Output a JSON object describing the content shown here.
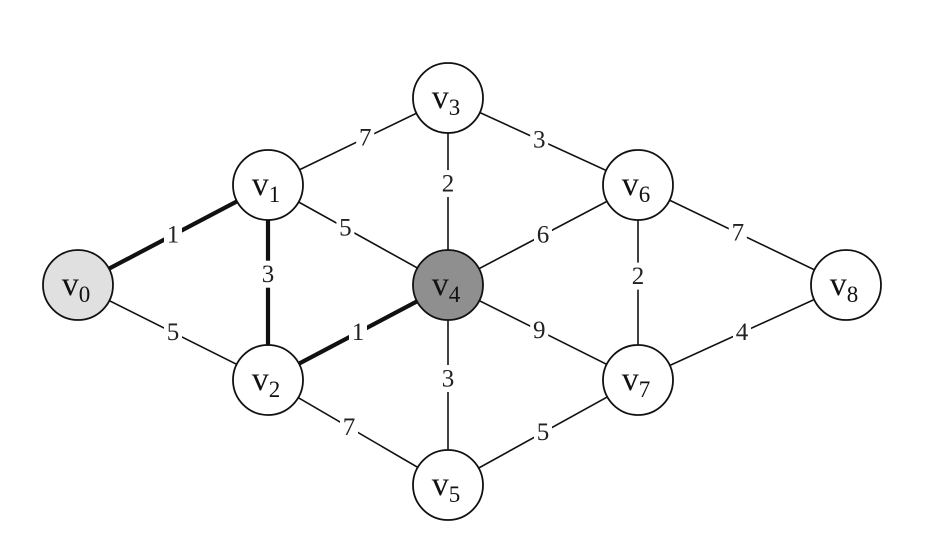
{
  "graph": {
    "nodes": [
      {
        "id": "v0",
        "base": "v",
        "sub": "0",
        "fill": "#e0e0e0"
      },
      {
        "id": "v1",
        "base": "v",
        "sub": "1",
        "fill": "#ffffff"
      },
      {
        "id": "v2",
        "base": "v",
        "sub": "2",
        "fill": "#ffffff"
      },
      {
        "id": "v3",
        "base": "v",
        "sub": "3",
        "fill": "#ffffff"
      },
      {
        "id": "v4",
        "base": "v",
        "sub": "4",
        "fill": "#8f8f8f"
      },
      {
        "id": "v5",
        "base": "v",
        "sub": "5",
        "fill": "#ffffff"
      },
      {
        "id": "v6",
        "base": "v",
        "sub": "6",
        "fill": "#ffffff"
      },
      {
        "id": "v7",
        "base": "v",
        "sub": "7",
        "fill": "#ffffff"
      },
      {
        "id": "v8",
        "base": "v",
        "sub": "8",
        "fill": "#ffffff"
      }
    ],
    "edges": [
      {
        "from": "v0",
        "to": "v1",
        "weight": "1",
        "bold": true
      },
      {
        "from": "v0",
        "to": "v2",
        "weight": "5",
        "bold": false
      },
      {
        "from": "v1",
        "to": "v2",
        "weight": "3",
        "bold": true
      },
      {
        "from": "v1",
        "to": "v3",
        "weight": "7",
        "bold": false
      },
      {
        "from": "v1",
        "to": "v4",
        "weight": "5",
        "bold": false
      },
      {
        "from": "v2",
        "to": "v4",
        "weight": "1",
        "bold": true
      },
      {
        "from": "v2",
        "to": "v5",
        "weight": "7",
        "bold": false
      },
      {
        "from": "v3",
        "to": "v4",
        "weight": "2",
        "bold": false
      },
      {
        "from": "v3",
        "to": "v6",
        "weight": "3",
        "bold": false
      },
      {
        "from": "v4",
        "to": "v5",
        "weight": "3",
        "bold": false
      },
      {
        "from": "v4",
        "to": "v6",
        "weight": "6",
        "bold": false
      },
      {
        "from": "v4",
        "to": "v7",
        "weight": "9",
        "bold": false
      },
      {
        "from": "v5",
        "to": "v7",
        "weight": "5",
        "bold": false
      },
      {
        "from": "v6",
        "to": "v7",
        "weight": "2",
        "bold": false
      },
      {
        "from": "v6",
        "to": "v8",
        "weight": "7",
        "bold": false
      },
      {
        "from": "v7",
        "to": "v8",
        "weight": "4",
        "bold": false
      }
    ]
  }
}
